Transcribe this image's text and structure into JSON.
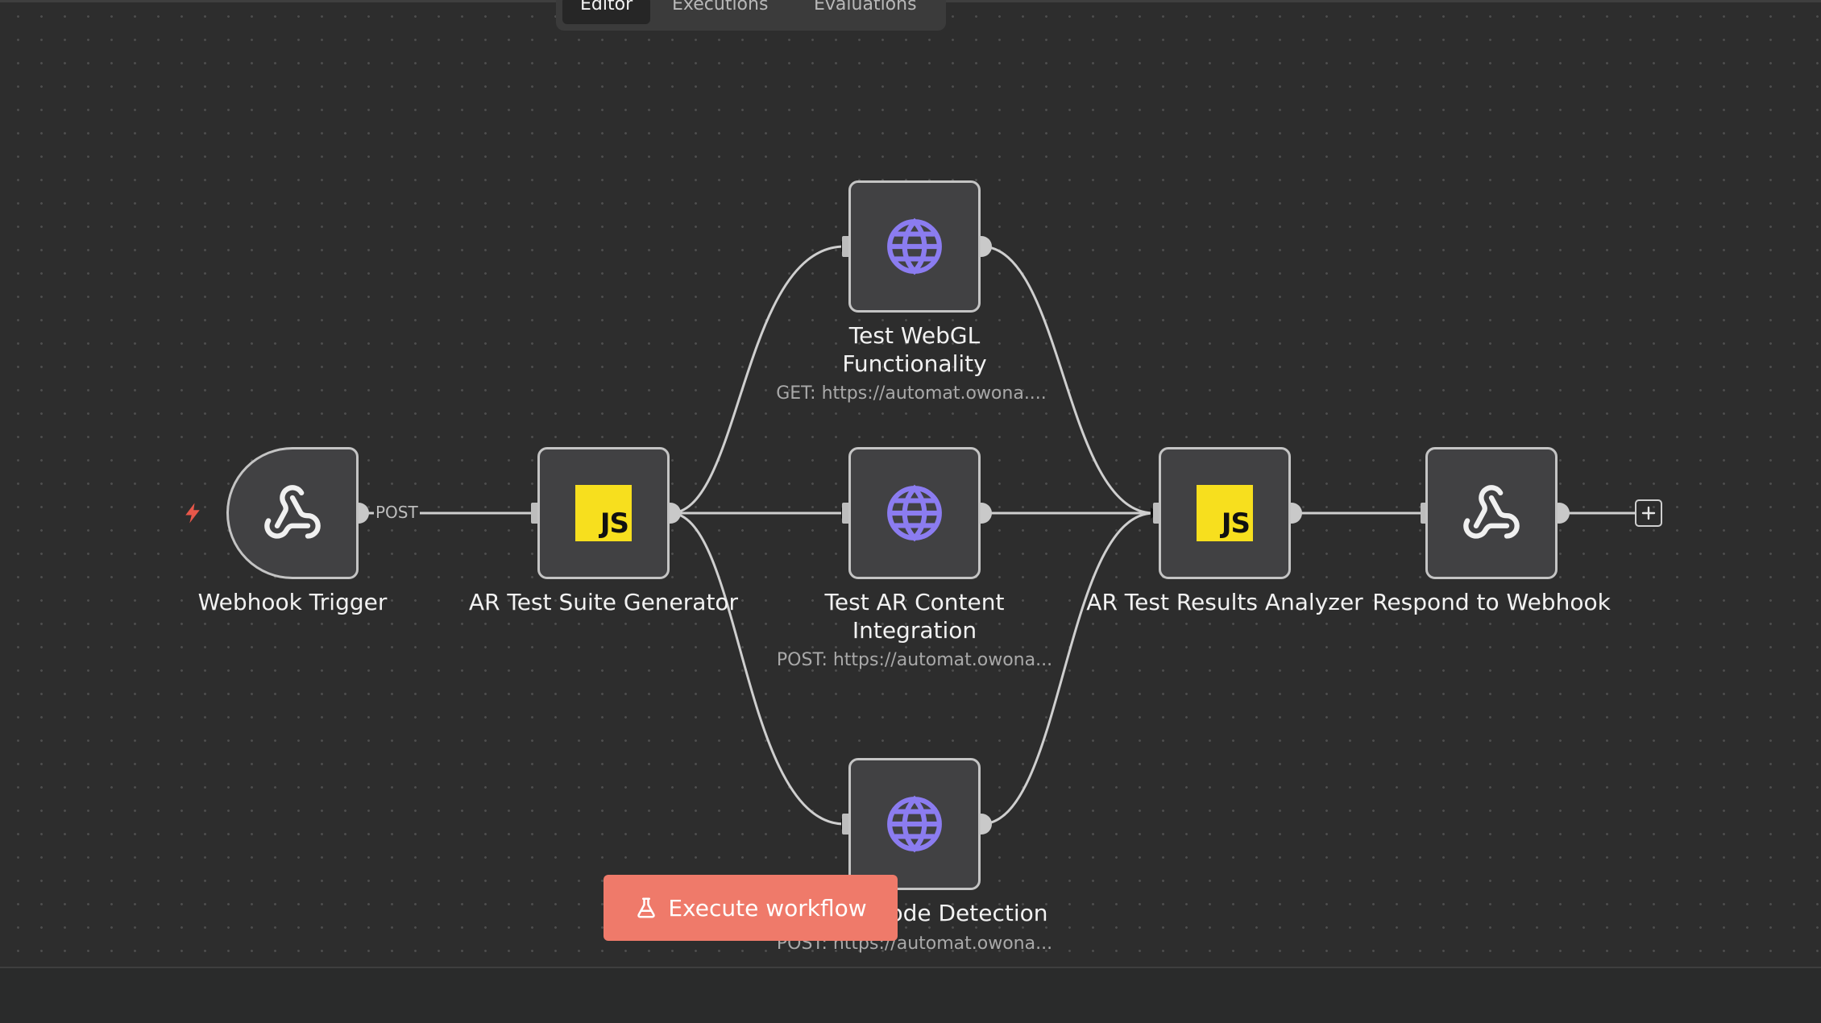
{
  "tabs": [
    "Editor",
    "Executions",
    "Evaluations"
  ],
  "nodes": {
    "webhook_trigger": {
      "label": "Webhook Trigger"
    },
    "suite_generator": {
      "label": "AR Test Suite Generator",
      "icon_text": "JS"
    },
    "webgl": {
      "label_line1": "Test WebGL",
      "label_line2": "Functionality",
      "subtitle": "GET: https://automat.owona...."
    },
    "ar_content": {
      "label_line1": "Test AR Content",
      "label_line2": "Integration",
      "subtitle": "POST: https://automat.owona..."
    },
    "qr": {
      "label": "Test QR Code Detection",
      "subtitle": "POST: https://automat.owona..."
    },
    "results_analyzer": {
      "label": "AR Test Results Analyzer",
      "icon_text": "JS"
    },
    "respond": {
      "label": "Respond to Webhook"
    }
  },
  "connection_label": "POST",
  "execute_button": "Execute workflow",
  "icons": {
    "webhook": "webhook-icon",
    "code": "javascript-icon",
    "http": "globe-icon",
    "trigger": "lightning-icon",
    "add": "plus-icon",
    "execute": "flask-icon"
  },
  "colors": {
    "accent": "#ef7a6a",
    "globe": "#8b7cf0",
    "js": "#f7df1e",
    "trigger_bolt": "#e8574a"
  }
}
